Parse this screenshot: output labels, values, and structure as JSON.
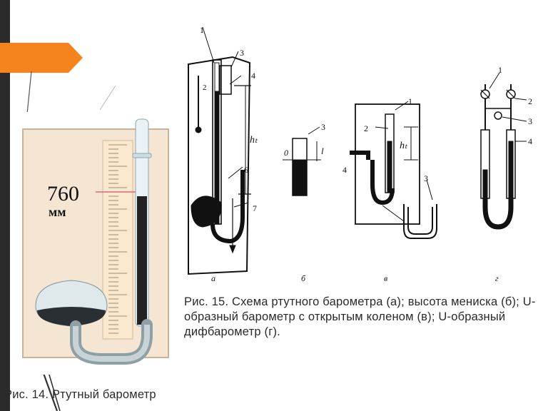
{
  "slide": {
    "accent_color": "#f5841f",
    "bar_color": "#2b2b2b"
  },
  "figure14": {
    "label_value": "760",
    "label_unit": "мм",
    "caption": "Рис. 14. Ртутный барометр"
  },
  "figure15": {
    "caption": "Рис. 15. Схема ртутного барометра (а); высота мениска (б); U-образный барометр с открытым коленом (в); U-образный дифбарометр (г).",
    "panel_labels": [
      "а",
      "б",
      "в",
      "г"
    ],
    "numbers_a": [
      "1",
      "2",
      "3",
      "4",
      "6",
      "7"
    ],
    "numbers_b": [
      "3",
      "0",
      "l"
    ],
    "numbers_c": [
      "1",
      "2",
      "4",
      "3"
    ],
    "numbers_d": [
      "1",
      "2",
      "3",
      "4"
    ],
    "ht_label": "hₜ"
  }
}
